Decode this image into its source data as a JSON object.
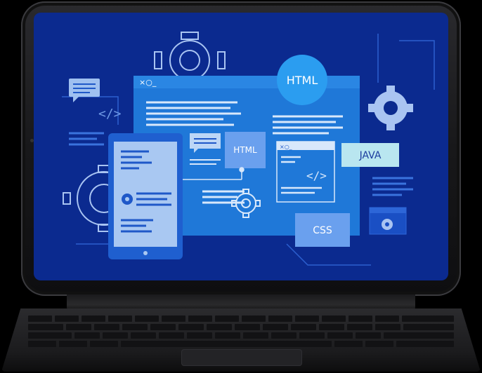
{
  "labels": {
    "html_circle": "HTML",
    "html_badge": "HTML",
    "java_badge": "JAVA",
    "css_badge": "CSS",
    "code_brackets_main": "</>",
    "code_brackets_left": "</>"
  },
  "colors": {
    "screen_background": "#0b2a8f",
    "window_blue": "#1f78d8",
    "light_panel": "#a9c8f2",
    "accent_blue": "#5a93ea",
    "teal_badge": "#b9e6f0",
    "line_light": "#d8e8fb"
  },
  "icons": [
    "gear-icon",
    "chat-icon",
    "code-icon",
    "window-controls-icon"
  ]
}
